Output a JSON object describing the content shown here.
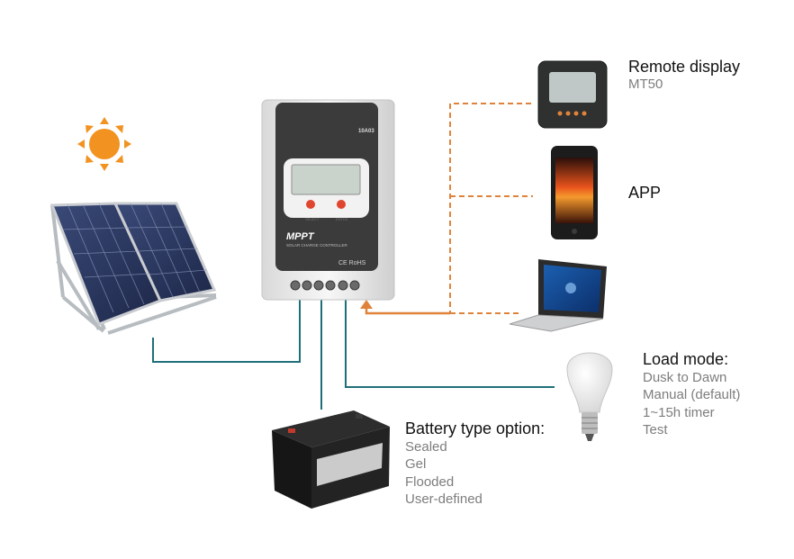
{
  "controller": {
    "brand": "MPPT",
    "subtitle": "SOLAR CHARGE CONTROLLER",
    "model_badge": "10A03",
    "cert_mark": "CE RoHS",
    "select_label": "SELECT",
    "enter_label": "ENTER"
  },
  "remote_display": {
    "title": "Remote display",
    "model": "MT50"
  },
  "app": {
    "title": "APP"
  },
  "load_mode": {
    "title": "Load mode:",
    "options": [
      "Dusk to Dawn",
      "Manual (default)",
      "1~15h timer",
      "Test"
    ]
  },
  "battery": {
    "title": "Battery type option:",
    "options": [
      "Sealed",
      "Gel",
      "Flooded",
      "User-defined"
    ]
  },
  "colors": {
    "solar_line": "#1f6f7a",
    "comm_line": "#e0833a",
    "sun": "#f29220",
    "controller_panel": "#3b3b3b",
    "lcd": "#c9d3cc"
  }
}
